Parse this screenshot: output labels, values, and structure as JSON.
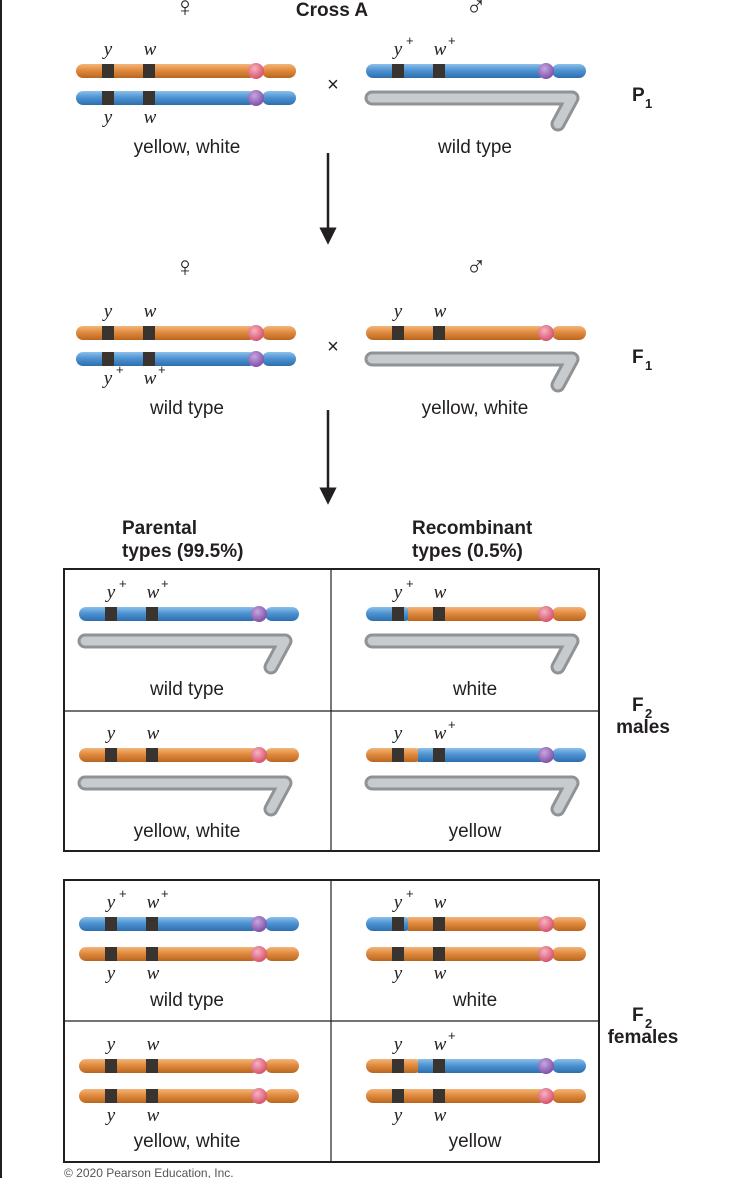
{
  "title": "Cross A",
  "symbols": {
    "female": "♀",
    "male": "♂",
    "cross": "×"
  },
  "genes": {
    "y": "y",
    "w": "w",
    "plus": "+"
  },
  "generations": {
    "p1": "P",
    "p1_sub": "1",
    "f1": "F",
    "f1_sub": "1",
    "f2": "F",
    "f2_sub": "2",
    "males": "males",
    "females": "females"
  },
  "phenotypes": {
    "yellow_white": "yellow, white",
    "wild_type": "wild type",
    "white": "white",
    "yellow": "yellow"
  },
  "columns": {
    "parental_1": "Parental",
    "parental_2": "types (99.5%)",
    "recombinant_1": "Recombinant",
    "recombinant_2": "types (0.5%)"
  },
  "copyright": "© 2020 Pearson Education, Inc.",
  "colors": {
    "orange": "#e18b3f",
    "blue": "#4e93d2",
    "gray": "#b8bcbf",
    "band": "#3a3430",
    "centromere_pink": "#e0607a",
    "centromere_purple": "#8e5fb3",
    "line": "#231f20"
  }
}
